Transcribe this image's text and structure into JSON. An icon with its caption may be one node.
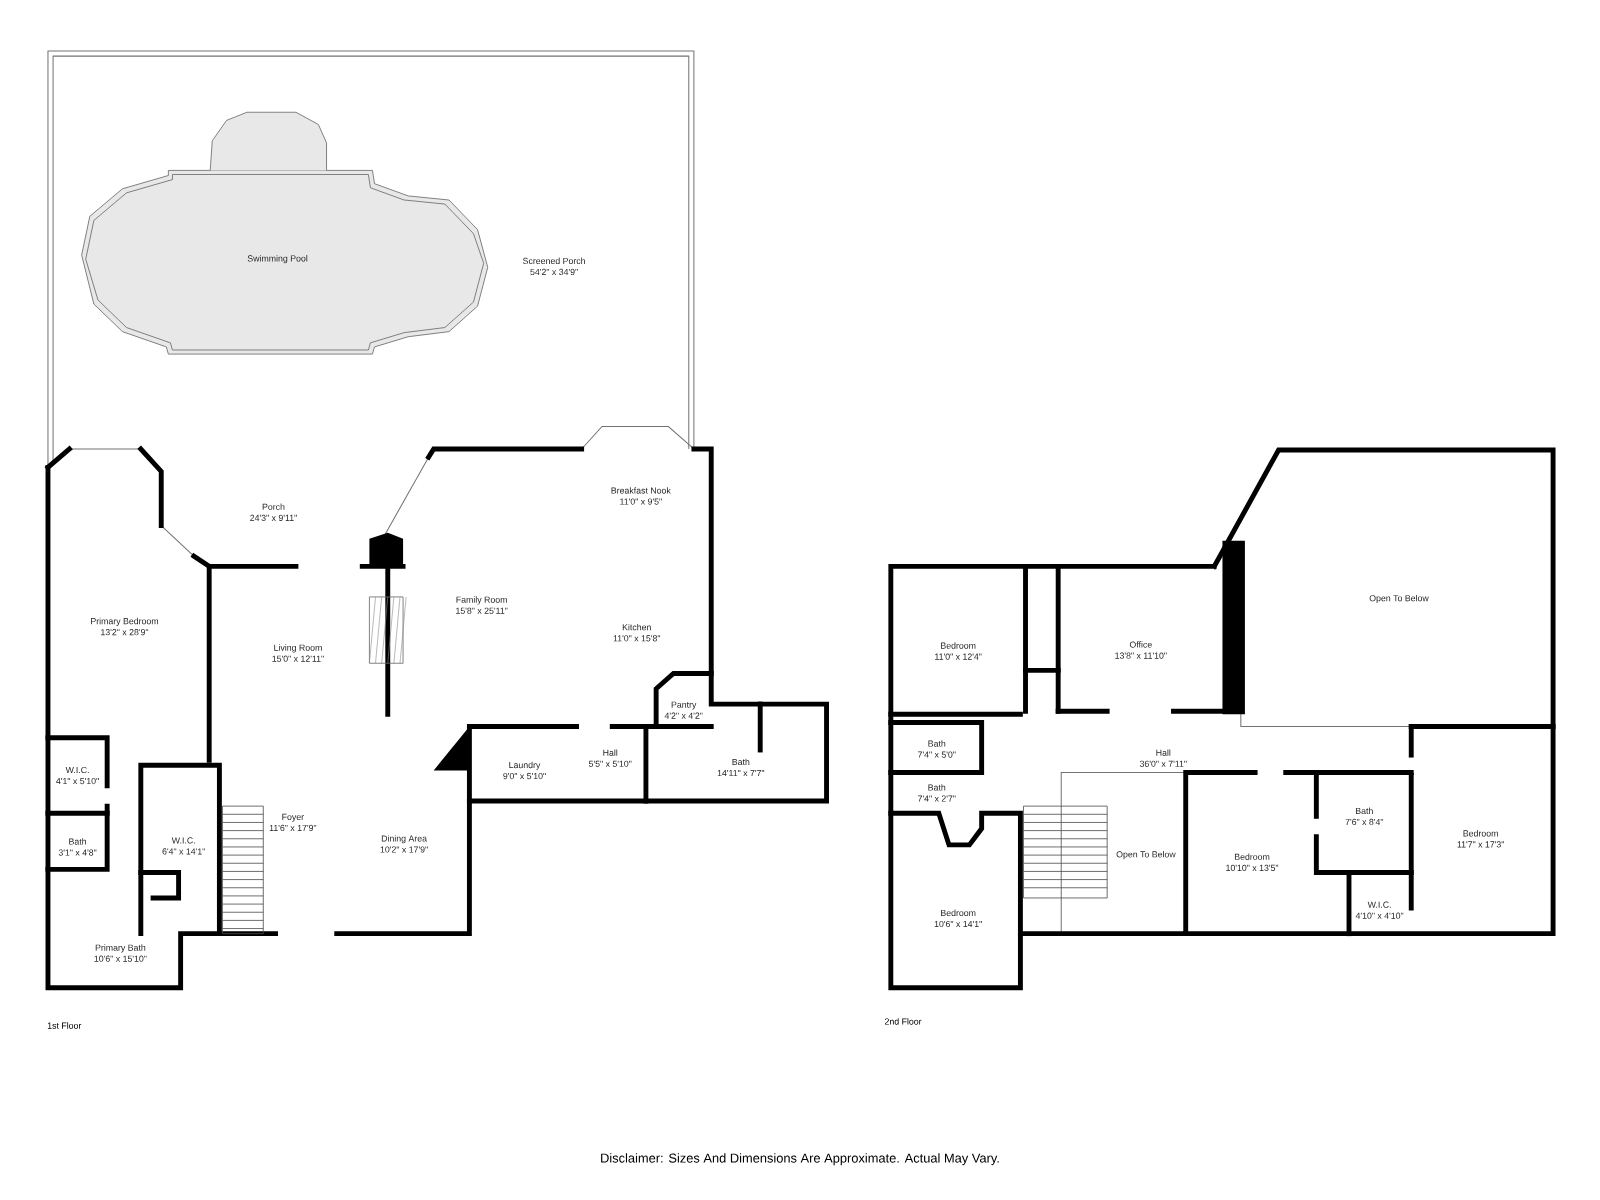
{
  "diagram": {
    "caption": "Disclaimer: Sizes And Dimensions Are Approximate. Actual May Vary.",
    "nodes": [
      {
        "text": [
          "Swimming Pool"
        ]
      },
      {
        "text": [
          "Screened Porch",
          "54'2\" x 34'9\""
        ]
      },
      {
        "text": [
          "Breakfast Nook",
          "11'0\" x 9'5\""
        ]
      },
      {
        "text": [
          "Porch",
          "24'3\" x 9'11\""
        ]
      },
      {
        "text": [
          "Family Room",
          "15'8\" x 25'11\""
        ]
      },
      {
        "text": [
          "Primary Bedroom",
          "13'2\" x 28'9\""
        ]
      },
      {
        "text": [
          "Kitchen",
          "11'0\" x 15'8\""
        ]
      },
      {
        "text": [
          "Living Room",
          "15'0\" x 12'11\""
        ]
      },
      {
        "text": [
          "Pantry",
          "4'2\" x 4'2\""
        ]
      },
      {
        "text": [
          "Hall",
          "5'5\" x 5'10\""
        ]
      },
      {
        "text": [
          "Bath",
          "14'11\" x 7'7\""
        ]
      },
      {
        "text": [
          "Laundry",
          "9'0\" x 5'10\""
        ]
      },
      {
        "text": [
          "W.I.C.",
          "4'1\" x 5'10\""
        ]
      },
      {
        "text": [
          "Foyer",
          "11'6\" x 17'9\""
        ]
      },
      {
        "text": [
          "Dining Area",
          "10'2\" x 17'9\""
        ]
      },
      {
        "text": [
          "W.I.C.",
          "6'4\" x 14'1\""
        ]
      },
      {
        "text": [
          "Bath",
          "3'1\" x 4'8\""
        ]
      },
      {
        "text": [
          "Primary Bath",
          "10'6\" x 15'10\""
        ]
      },
      {
        "text": [
          "Open To Below"
        ]
      },
      {
        "text": [
          "Office",
          "13'8\" x 11'10\""
        ]
      },
      {
        "text": [
          "Bedroom",
          "11'0\" x 12'4\""
        ]
      },
      {
        "text": [
          "Bath",
          "7'4\" x 5'0\""
        ]
      },
      {
        "text": [
          "Hall",
          "36'0\" x 7'11\""
        ]
      },
      {
        "text": [
          "Bath",
          "7'4\" x 2'7\""
        ]
      },
      {
        "text": [
          "Bath",
          "7'6\" x 8'4\""
        ]
      },
      {
        "text": [
          "Bedroom",
          "11'7\" x 17'3\""
        ]
      },
      {
        "text": [
          "Open To Below"
        ]
      },
      {
        "text": [
          "Bedroom",
          "10'10\" x 13'5\""
        ]
      },
      {
        "text": [
          "W.I.C.",
          "4'10\" x 4'10\""
        ]
      },
      {
        "text": [
          "Bedroom",
          "10'6\" x 14'1\""
        ]
      }
    ],
    "labels": [
      "1st Floor",
      "2nd Floor"
    ]
  }
}
